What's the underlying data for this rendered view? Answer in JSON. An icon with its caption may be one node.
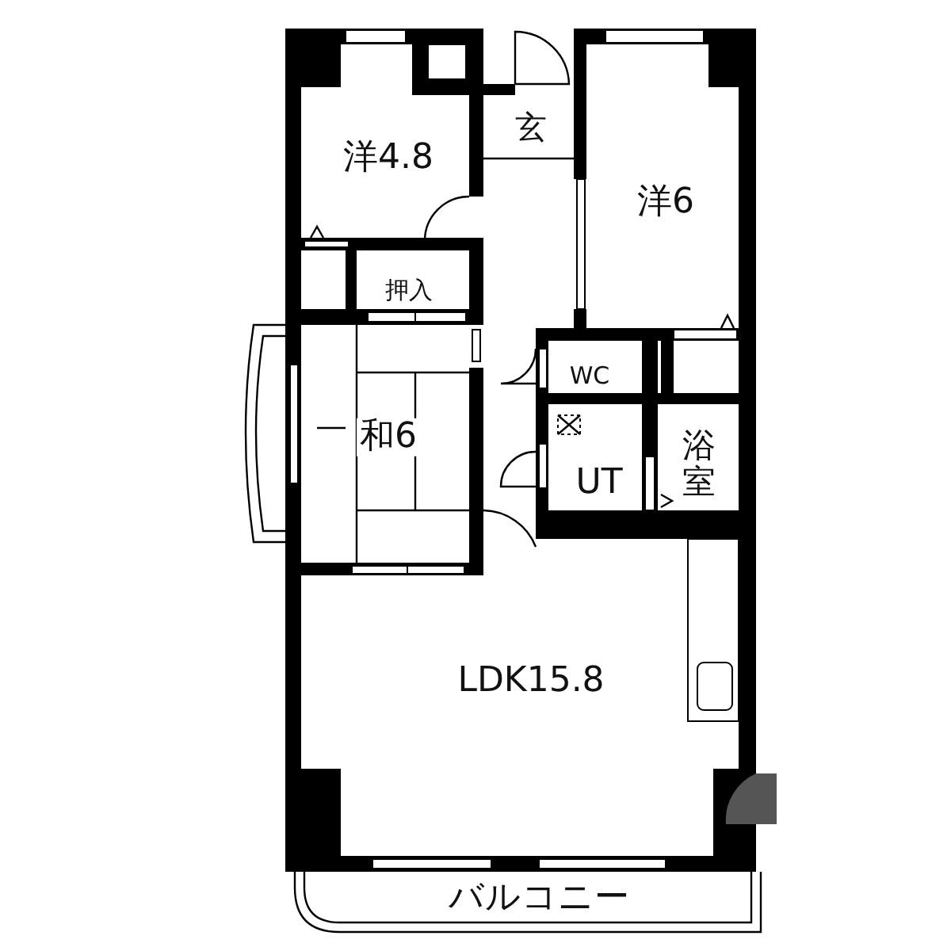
{
  "diagram": {
    "nodes": [
      {
        "text": [
          "洋4.8"
        ]
      },
      {
        "text": [
          "玄"
        ]
      },
      {
        "text": [
          "洋6"
        ]
      },
      {
        "text": [
          "押入"
        ]
      },
      {
        "text": [
          "WC"
        ]
      },
      {
        "text": [
          "和6"
        ]
      },
      {
        "text": [
          "UT"
        ]
      },
      {
        "text": [
          "浴室"
        ]
      },
      {
        "text": [
          "LDK15.8"
        ]
      },
      {
        "text": [
          "バルコニー"
        ]
      }
    ]
  }
}
